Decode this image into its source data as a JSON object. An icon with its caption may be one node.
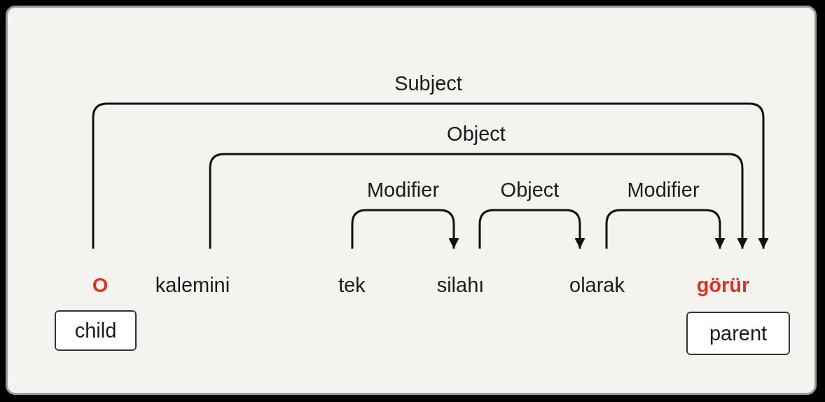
{
  "diagram": {
    "nodes": [
      {
        "text": [
          "O"
        ]
      },
      {
        "text": [
          "kalemini"
        ]
      },
      {
        "text": [
          "tek"
        ]
      },
      {
        "text": [
          "silahı"
        ]
      },
      {
        "text": [
          "olarak"
        ]
      },
      {
        "text": [
          "görür"
        ]
      },
      {
        "text": [
          "child"
        ]
      },
      {
        "text": [
          "parent"
        ]
      }
    ],
    "edges": [
      {
        "from": 0,
        "to": 5,
        "arrow": "to",
        "label": "Subject"
      },
      {
        "from": 1,
        "to": 5,
        "arrow": "to",
        "label": "Object"
      },
      {
        "from": 2,
        "to": 3,
        "arrow": "to",
        "label": "Modifier"
      },
      {
        "from": 3,
        "to": 4,
        "arrow": "to",
        "label": "Object"
      },
      {
        "from": 4,
        "to": 5,
        "arrow": "to",
        "label": "Modifier"
      }
    ]
  }
}
